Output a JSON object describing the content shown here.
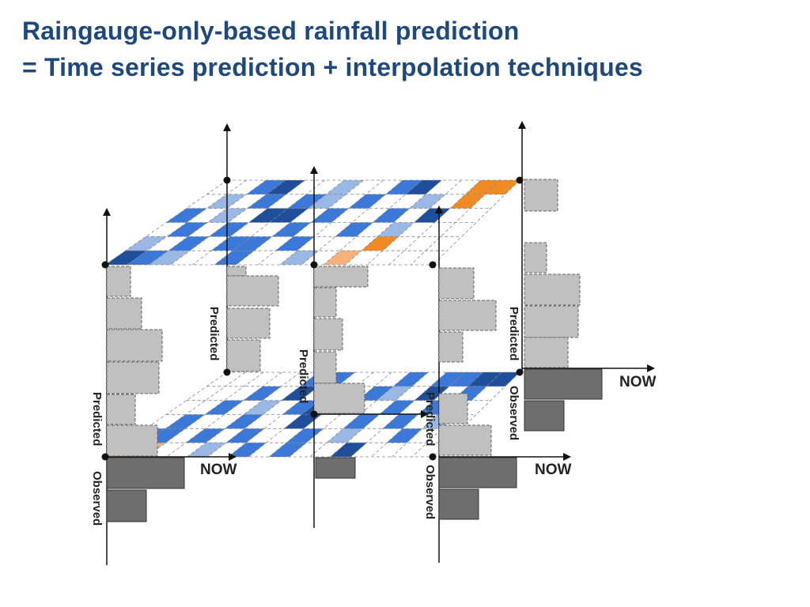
{
  "title": {
    "line1": "Raingauge-only-based rainfall prediction",
    "line2": "= Time series prediction + interpolation techniques"
  },
  "labels": {
    "predicted": "Predicted",
    "observed": "Observed",
    "now": "NOW"
  },
  "colors": {
    "title": "#1f497d",
    "predicted_bar": "#c0c0c0",
    "observed_bar": "#6e6e6e",
    "cell_dark_blue": "#1f4e9a",
    "cell_blue": "#3c78d8",
    "cell_light_blue": "#9ab8e6",
    "cell_orange": "#f08a24",
    "cell_light_orange": "#f6b27a"
  }
}
